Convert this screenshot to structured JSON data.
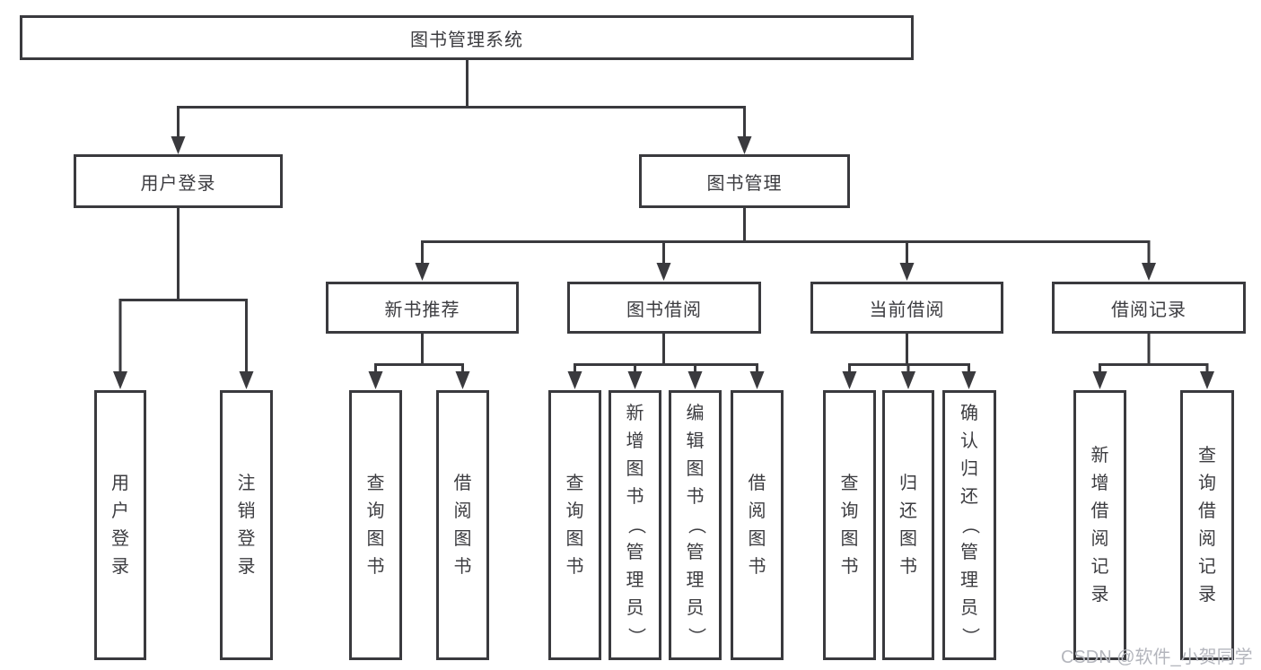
{
  "colors": {
    "background": "#ffffff",
    "line": "#3a3a3e",
    "box_border": "#3a3a3e",
    "text": "#3c3c40",
    "watermark": "#b4b6bd"
  },
  "tree": {
    "root": {
      "label": "图书管理系统"
    },
    "user_login": {
      "label": "用户登录",
      "leaves": [
        "用户登录",
        "注销登录"
      ]
    },
    "book_mgmt": {
      "label": "图书管理",
      "groups": [
        {
          "label": "新书推荐",
          "leaves": [
            "查询图书",
            "借阅图书"
          ]
        },
        {
          "label": "图书借阅",
          "leaves": [
            "查询图书",
            "新增图书（管理员）",
            "编辑图书（管理员）",
            "借阅图书"
          ]
        },
        {
          "label": "当前借阅",
          "leaves": [
            "查询图书",
            "归还图书",
            "确认归还（管理员）"
          ]
        },
        {
          "label": "借阅记录",
          "leaves": [
            "新增借阅记录",
            "查询借阅记录"
          ]
        }
      ]
    }
  },
  "watermark": {
    "text": "CSDN @软件_小贺同学"
  }
}
